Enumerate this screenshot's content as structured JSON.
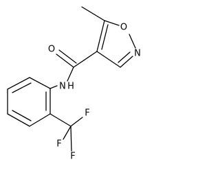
{
  "molecule": {
    "atoms": {
      "o_ring": "O",
      "n_ring": "N",
      "o_carbonyl": "O",
      "n_amide": "N",
      "h_amide": "H",
      "f_top": "F",
      "f_left": "F",
      "f_bottom": "F"
    }
  }
}
